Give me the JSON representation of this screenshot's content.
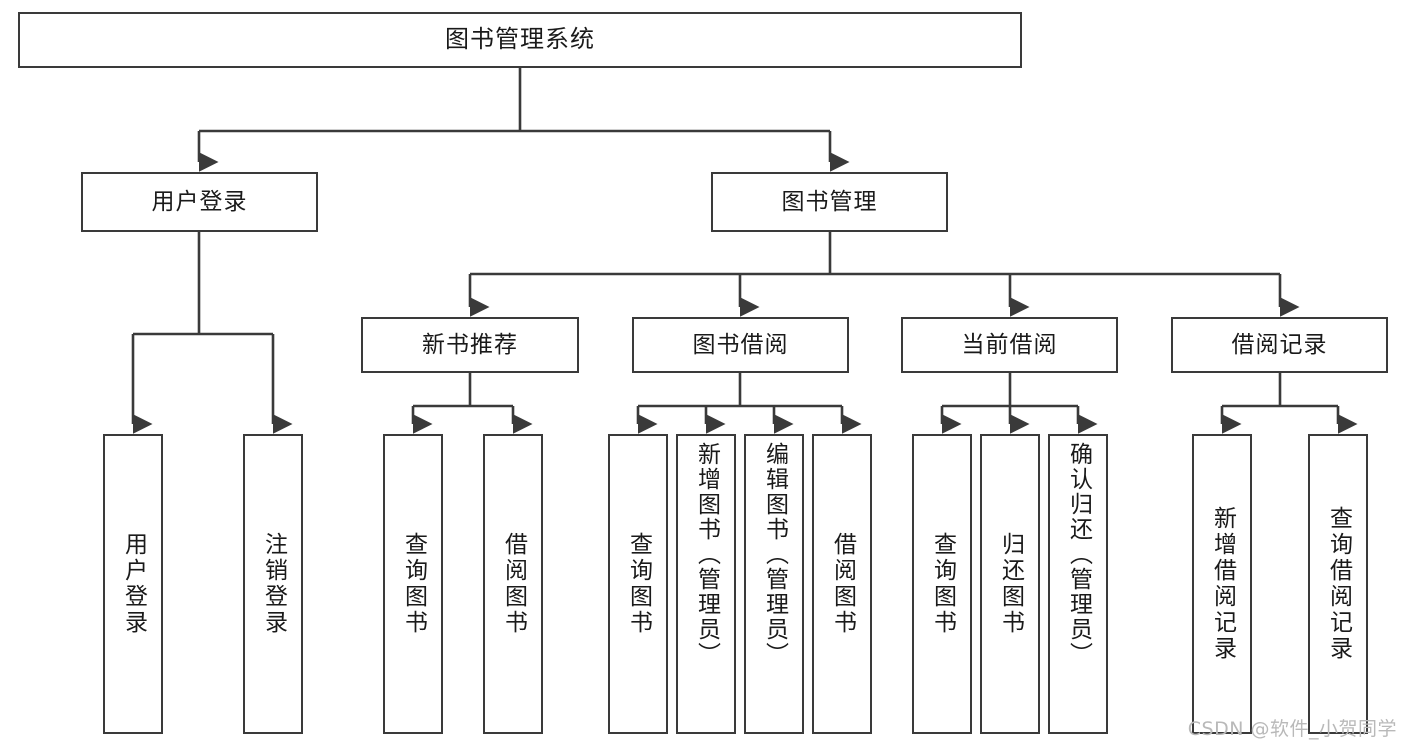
{
  "diagram": {
    "title": "图书管理系统",
    "type": "tree",
    "orientation": "top-down",
    "colors": {
      "box_border": "#3a3a3a",
      "box_fill": "#ffffff",
      "edge": "#3a3a3a",
      "text": "#1a1a1a",
      "watermark": "#b9b9b9",
      "background": "#ffffff"
    },
    "nodes": {
      "root": {
        "id": "root",
        "label": "图书管理系统",
        "level": 1
      },
      "level2": [
        {
          "id": "user-login",
          "label": "用户登录",
          "level": 2
        },
        {
          "id": "book-management",
          "label": "图书管理",
          "level": 2
        }
      ],
      "level3": [
        {
          "id": "new-book-recommend",
          "label": "新书推荐",
          "level": 3,
          "parent": "book-management"
        },
        {
          "id": "book-borrow",
          "label": "图书借阅",
          "level": 3,
          "parent": "book-management"
        },
        {
          "id": "current-borrow",
          "label": "当前借阅",
          "level": 3,
          "parent": "book-management"
        },
        {
          "id": "borrow-record",
          "label": "借阅记录",
          "level": 3,
          "parent": "book-management"
        }
      ],
      "leaves": [
        {
          "id": "leaf-user-login",
          "label": "用户登录",
          "parent": "user-login"
        },
        {
          "id": "leaf-user-logout",
          "label": "注销登录",
          "parent": "user-login"
        },
        {
          "id": "leaf-query-book-1",
          "label": "查询图书",
          "parent": "new-book-recommend"
        },
        {
          "id": "leaf-borrow-book-1",
          "label": "借阅图书",
          "parent": "new-book-recommend"
        },
        {
          "id": "leaf-query-book-2",
          "label": "查询图书",
          "parent": "book-borrow"
        },
        {
          "id": "leaf-add-book",
          "label": "新增图书（管理员）",
          "parent": "book-borrow"
        },
        {
          "id": "leaf-edit-book",
          "label": "编辑图书（管理员）",
          "parent": "book-borrow"
        },
        {
          "id": "leaf-borrow-book-2",
          "label": "借阅图书",
          "parent": "book-borrow"
        },
        {
          "id": "leaf-query-book-3",
          "label": "查询图书",
          "parent": "current-borrow"
        },
        {
          "id": "leaf-return-book",
          "label": "归还图书",
          "parent": "current-borrow"
        },
        {
          "id": "leaf-confirm-return",
          "label": "确认归还（管理员）",
          "parent": "current-borrow"
        },
        {
          "id": "leaf-add-record",
          "label": "新增借阅记录",
          "parent": "borrow-record"
        },
        {
          "id": "leaf-query-record",
          "label": "查询借阅记录",
          "parent": "borrow-record"
        }
      ]
    }
  },
  "watermark": {
    "text": "CSDN @软件_小贺同学"
  }
}
